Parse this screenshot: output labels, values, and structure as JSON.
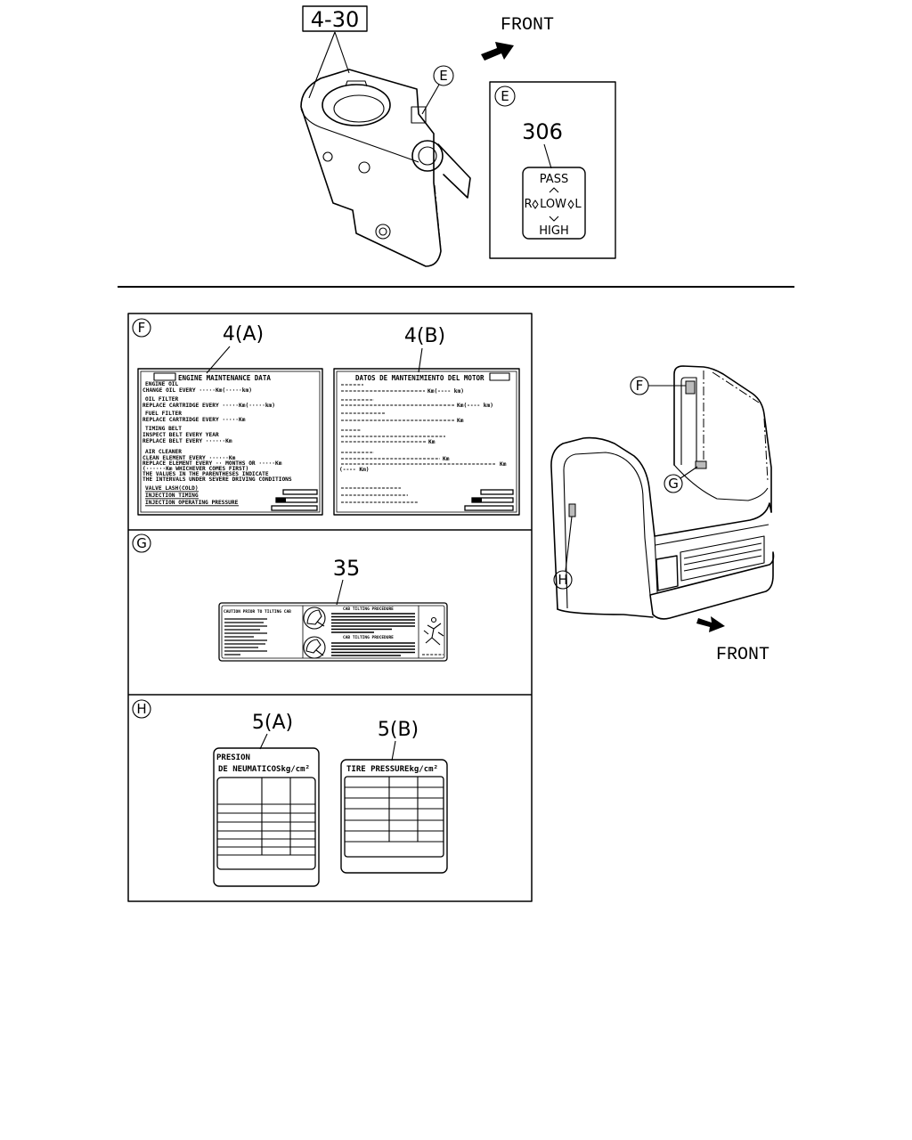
{
  "top_view": {
    "part_callout": "4-30",
    "front_label": "FRONT",
    "view_marker": "E"
  },
  "detail_e": {
    "marker": "E",
    "part_number": "306",
    "switch_label": {
      "top": "PASS",
      "left": "R",
      "center": "LOW",
      "right": "L",
      "bottom": "HIGH"
    }
  },
  "panel_f": {
    "marker": "F",
    "label_a": {
      "callout": "4(A)",
      "title": "ENGINE MAINTENANCE DATA",
      "lines": [
        "ENGINE OIL",
        "CHANGE OIL EVERY ·····Km(·····km)",
        "OIL FILTER",
        "REPLACE CARTRIDGE EVERY ·····Km(·····km)",
        "FUEL FILTER",
        "REPLACE CARTRIDGE EVERY ·····Km",
        "TIMING BELT",
        "INSPECT BELT EVERY YEAR",
        "REPLACE BELT EVERY ······Km",
        "AIR CLEANER",
        "CLEAN ELEMENT EVERY ······Km",
        "REPLACE ELEMENT EVERY ·· MONTHS OR ·····Km",
        "(······Km WHICHEVER COMES FIRST)",
        "THE VALUES IN THE PARENTHESES INDICATE",
        "THE INTERVALS UNDER SEVERE DRIVING CONDITIONS",
        "VALVE LASH(COLD)",
        "INJECTION TIMING",
        "INJECTION OPERATING PRESSURE"
      ]
    },
    "label_b": {
      "callout": "4(B)",
      "title": "DATOS DE MANTENIMIENTO DEL MOTOR",
      "entries": [
        "Km(---- km)",
        "Km(---- km)",
        "Km",
        "Km",
        "Km",
        "Km",
        "(---- Km)"
      ]
    }
  },
  "panel_g": {
    "marker": "G",
    "label": {
      "callout": "35",
      "caution_title": "CAUTION PRIOR TO TILTING CAB",
      "procedure_titles": [
        "CAB TILTING PROCEDURE",
        "CAB TILTING PROCEDURE"
      ]
    }
  },
  "panel_h": {
    "marker": "H",
    "label_a": {
      "callout": "5(A)",
      "title_lines": [
        "PRESION",
        "DE NEUMATICOSkg/cm²"
      ]
    },
    "label_b": {
      "callout": "5(B)",
      "title": "TIRE PRESSUREkg/cm²"
    }
  },
  "cab_view": {
    "markers": [
      "F",
      "G",
      "H"
    ],
    "front_label": "FRONT"
  }
}
